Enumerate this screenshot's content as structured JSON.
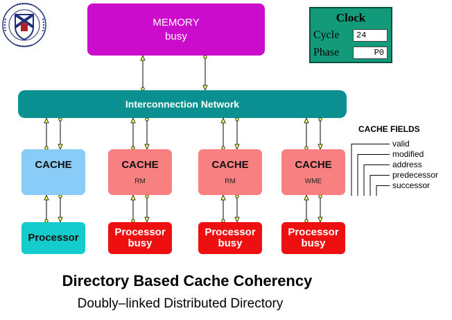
{
  "memory": {
    "label": "MEMORY",
    "state": "busy"
  },
  "network": {
    "label": "Interconnection Network"
  },
  "caches": [
    {
      "label": "CACHE",
      "state": ""
    },
    {
      "label": "CACHE",
      "state": "RM"
    },
    {
      "label": "CACHE",
      "state": "RM"
    },
    {
      "label": "CACHE",
      "state": "WME"
    }
  ],
  "processors": [
    {
      "label": "Processor",
      "state": ""
    },
    {
      "label": "Processor",
      "state": "busy"
    },
    {
      "label": "Processor",
      "state": "busy"
    },
    {
      "label": "Processor",
      "state": "busy"
    }
  ],
  "clock": {
    "title": "Clock",
    "cycle_label": "Cycle",
    "cycle_value": "24",
    "phase_label": "Phase",
    "phase_value": "P0"
  },
  "cache_fields": {
    "title": "CACHE FIELDS",
    "items": [
      "valid",
      "modified",
      "address",
      "predecessor",
      "successor"
    ]
  },
  "title": "Directory Based Cache Coherency",
  "subtitle": "Doubly–linked Distributed Directory"
}
